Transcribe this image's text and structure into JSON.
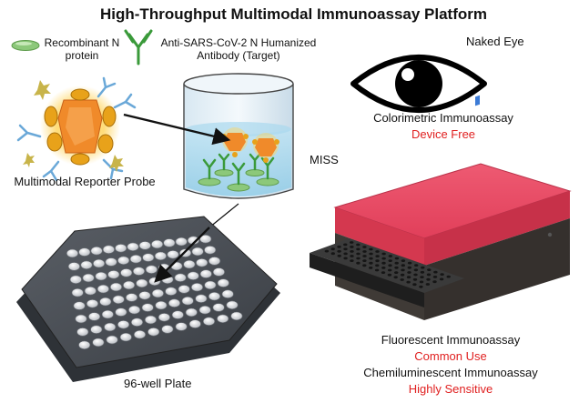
{
  "title": "High-Throughput Multimodal Immunoassay Platform",
  "legend": {
    "protein_label": "Recombinant N protein",
    "antibody_label": "Anti-SARS-CoV-2 N Humanized Antibody (Target)"
  },
  "probe_label": "Multimodal Reporter Probe",
  "plate_label": "96-well Plate",
  "eye": {
    "label": "Naked Eye",
    "method": "Colorimetric Immunoassay",
    "note": "Device Free"
  },
  "device": {
    "label": "MISS",
    "method1": "Fluorescent Immunoassay",
    "note1": "Common Use",
    "method2": "Chemiluminescent Immunoassay",
    "note2": "Highly Sensitive"
  },
  "colors": {
    "protein_green": "#8cc87a",
    "antibody_green": "#3a9a3a",
    "probe_orange": "#f08a2a",
    "probe_gold": "#e8a21a",
    "device_red": "#e8475f",
    "emphasis_red": "#e02020"
  },
  "icons": [
    "eye-icon",
    "antibody-icon",
    "protein-icon",
    "beaker-icon",
    "well-plate-icon",
    "reader-device-icon"
  ]
}
